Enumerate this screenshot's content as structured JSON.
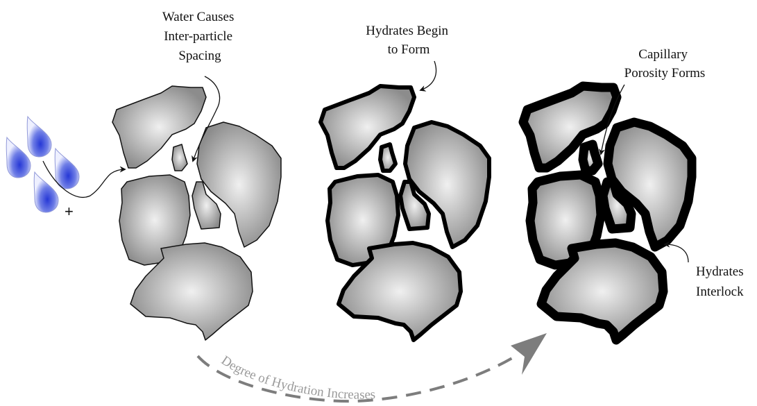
{
  "labels": {
    "water_causes": [
      "Water Causes",
      "Inter-particle",
      "Spacing"
    ],
    "hydrates_begin": [
      "Hydrates Begin",
      "to Form"
    ],
    "capillary": [
      "Capillary",
      "Porosity Forms"
    ],
    "interlock": [
      "Hydrates",
      "Interlock"
    ],
    "plus": "+",
    "curve": "Degree of Hydration Increases"
  },
  "stages": [
    {
      "name": "water-spaced-particles",
      "hydrate_thickness": 0
    },
    {
      "name": "hydrates-begin",
      "hydrate_thickness": 1
    },
    {
      "name": "hydrates-interlock",
      "hydrate_thickness": 2
    }
  ],
  "colors": {
    "particle_center": "#f0f0f0",
    "particle_edge": "#8c8c8c",
    "hydrate": "#000000",
    "water_drop": "#3a4fd8",
    "water_drop_light": "#eef0ff",
    "progress_arrow": "#7d7d7d"
  }
}
